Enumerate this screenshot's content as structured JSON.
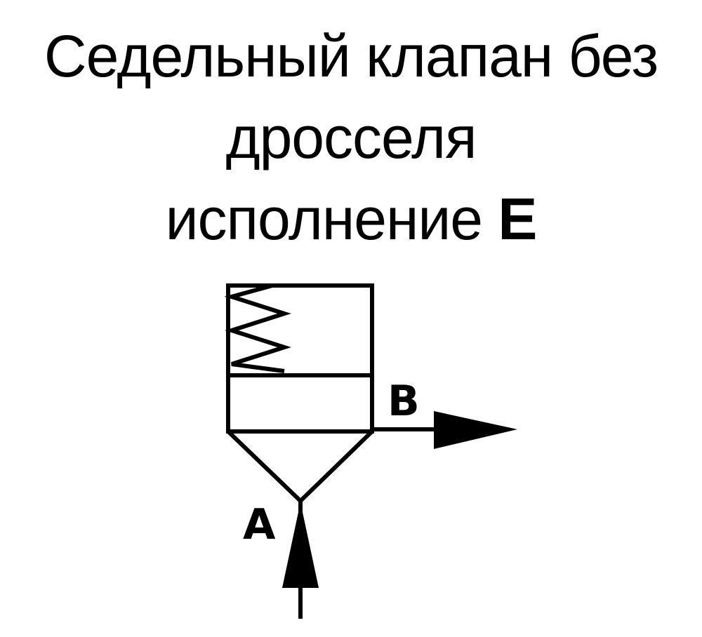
{
  "title": {
    "line1": "Седельный клапан без",
    "line2": "дросселя",
    "line3_prefix": "исполнение",
    "line3_variant": "E"
  },
  "ports": {
    "inlet": "A",
    "outlet": "B"
  },
  "colors": {
    "ink": "#000000",
    "background": "#ffffff"
  }
}
